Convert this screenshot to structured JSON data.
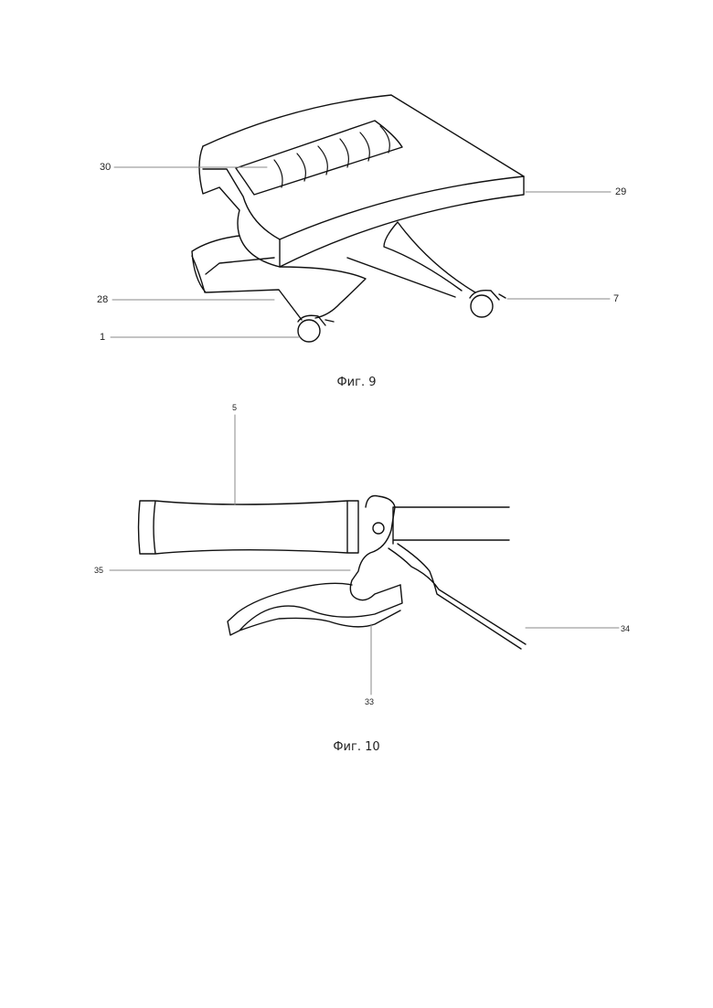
{
  "figures": [
    {
      "caption": "Фиг. 9",
      "labels": {
        "l30": "30",
        "l29": "29",
        "l28": "28",
        "l7": "7",
        "l1": "1"
      }
    },
    {
      "caption": "Фиг. 10",
      "labels": {
        "l5": "5",
        "l35": "35",
        "l34": "34",
        "l33": "33"
      }
    }
  ]
}
